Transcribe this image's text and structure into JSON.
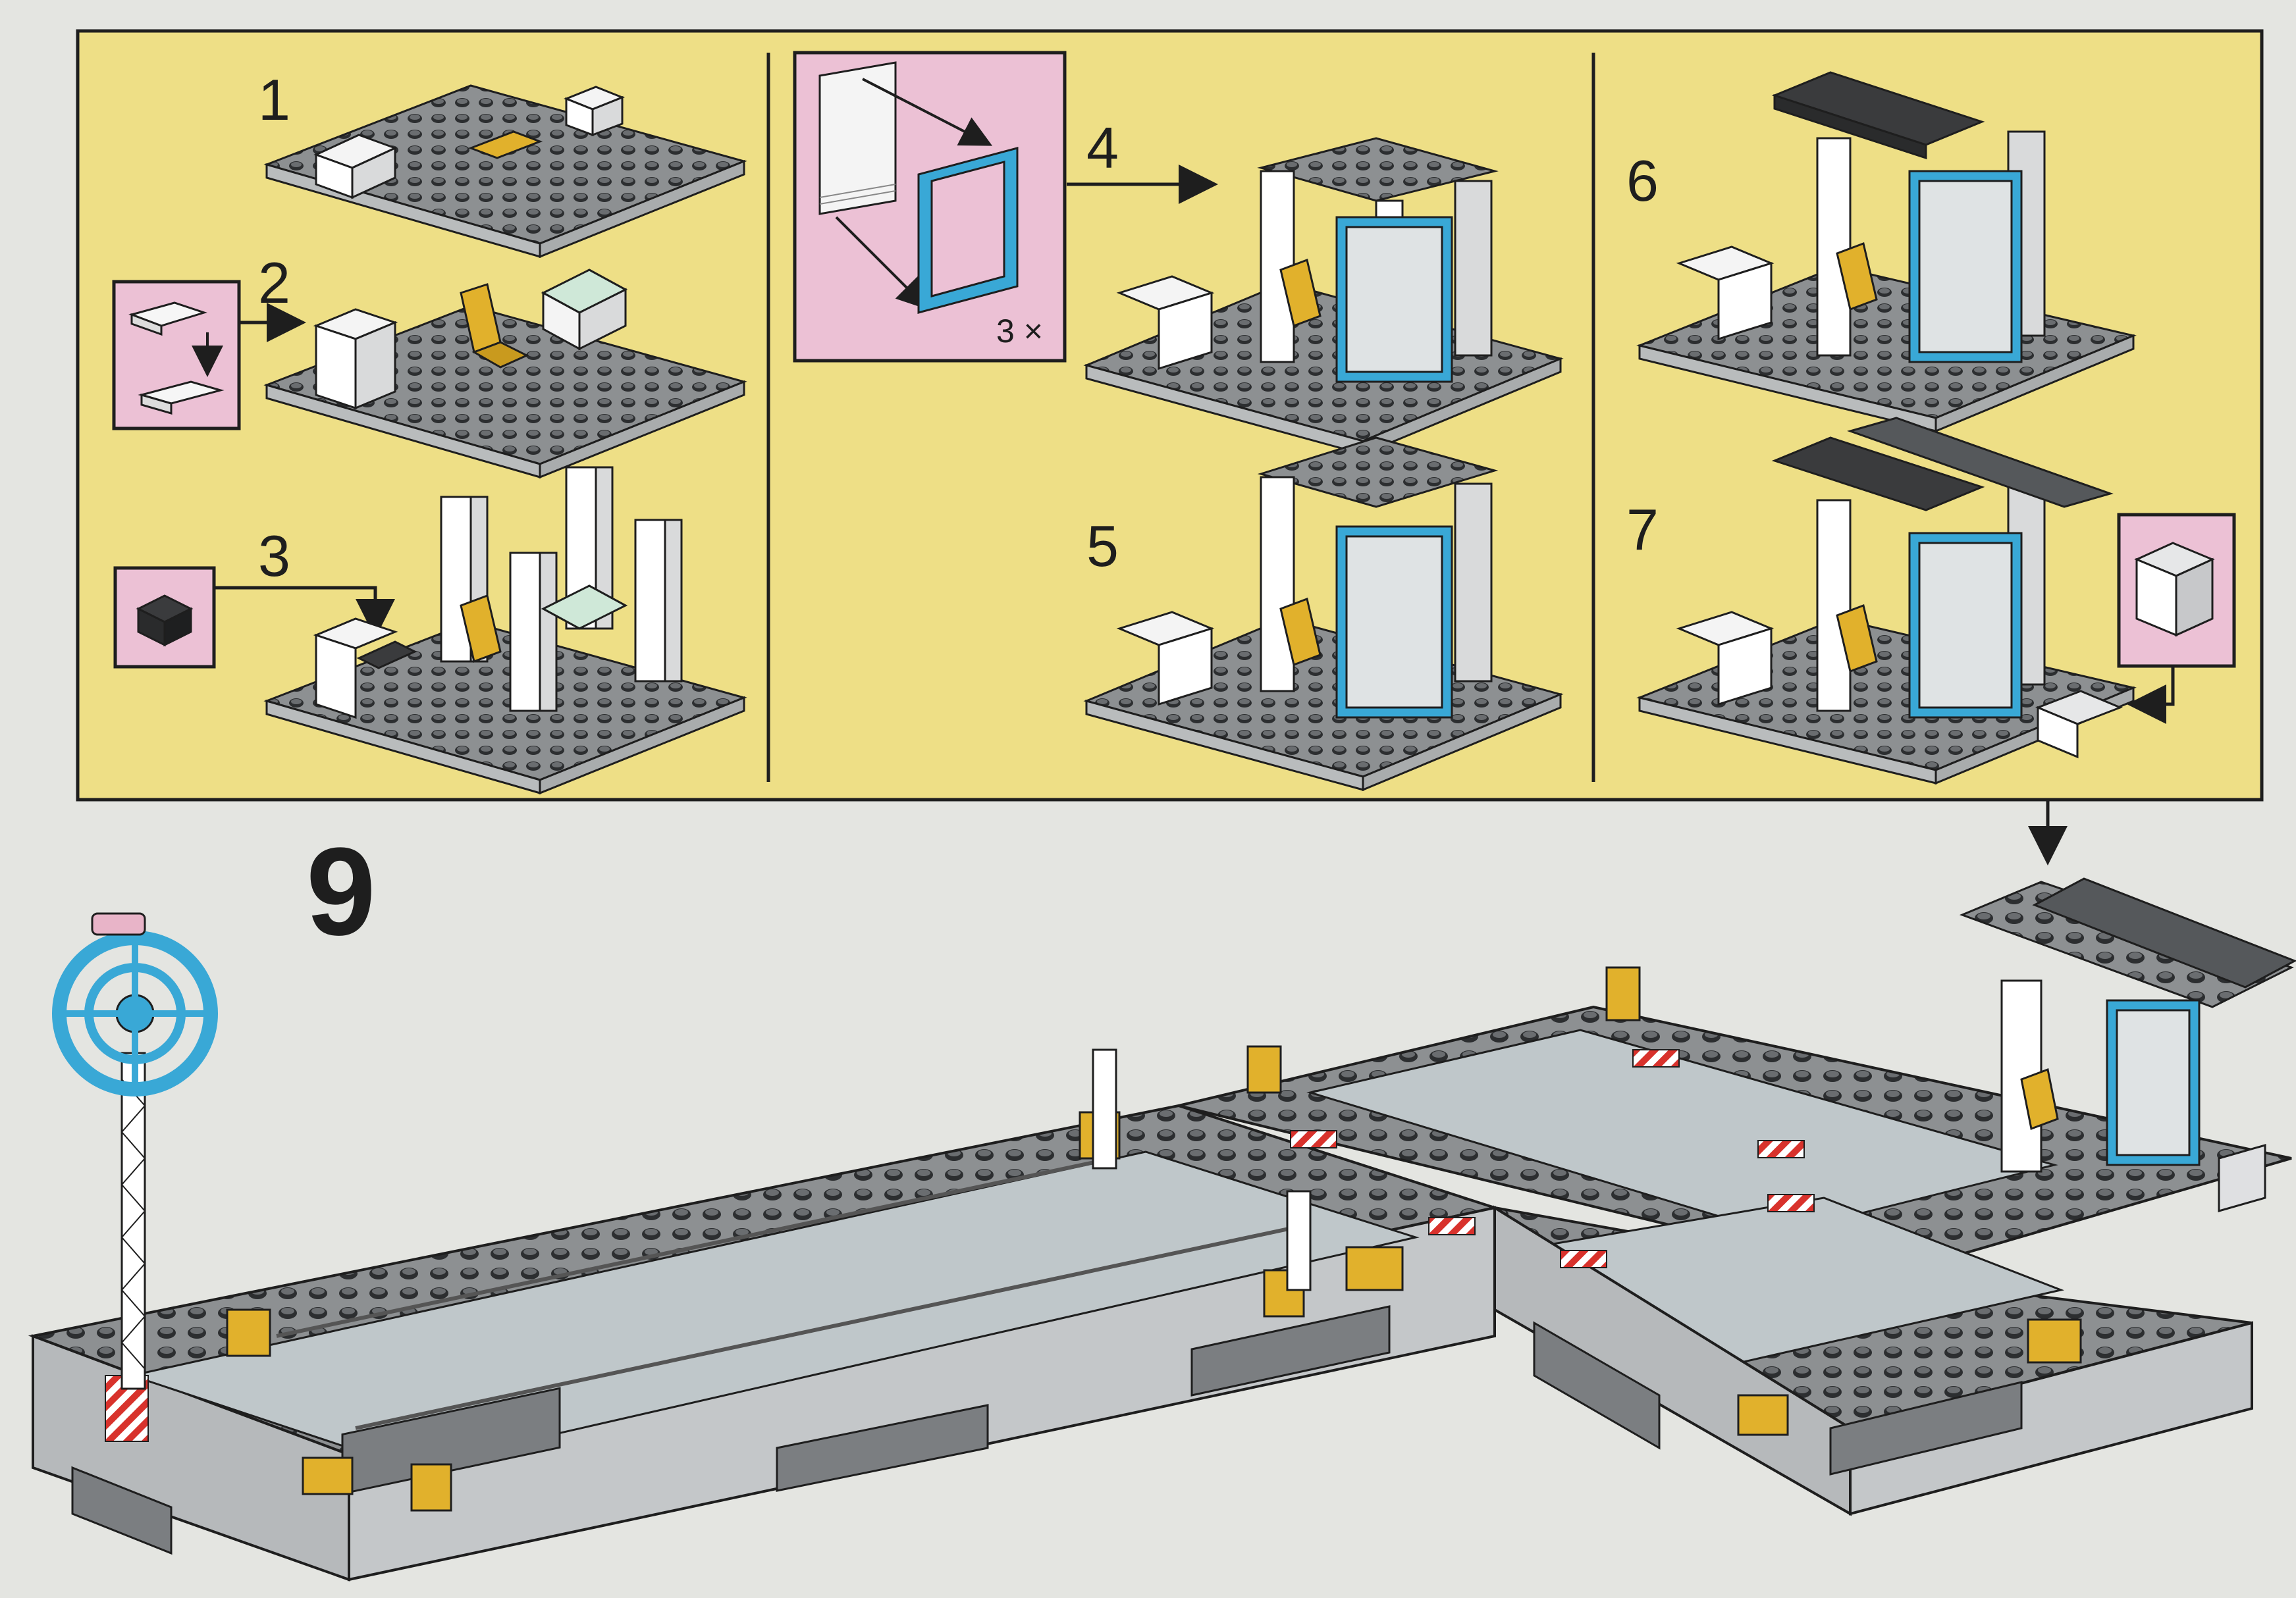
{
  "page": {
    "stage_number": "9",
    "background_color": "#e4e5e1",
    "panel_color": "#eedf86",
    "callout_color": "#ecc1d5"
  },
  "steps": [
    {
      "number": "1"
    },
    {
      "number": "2"
    },
    {
      "number": "3"
    },
    {
      "number": "4",
      "callout_multiplier": "3 ×"
    },
    {
      "number": "5"
    },
    {
      "number": "6"
    },
    {
      "number": "7"
    }
  ],
  "icons": {
    "arrow": "arrow-icon",
    "plate": "lego-plate-icon",
    "brick": "lego-brick-icon",
    "phone": "telephone-brick-icon",
    "window": "window-frame-icon",
    "wheel": "wheel-tower-icon"
  }
}
